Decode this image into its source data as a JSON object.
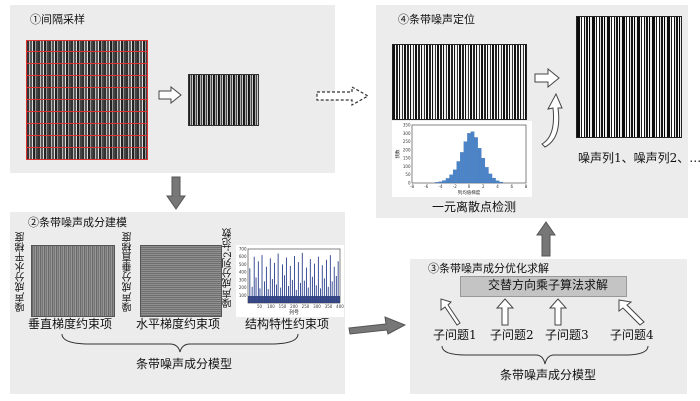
{
  "panel1": {
    "title": "①间隔采样"
  },
  "panel2": {
    "title": "②条带噪声成分建模",
    "ylabel_a": "噪声成分水平梯度",
    "ylabel_b": "噪声成分垂直梯度",
    "ylabel_c": "噪声成分列2-范数",
    "caption_a": "垂直梯度约束项",
    "caption_b": "水平梯度约束项",
    "caption_c": "结构特性约束项",
    "model_label": "条带噪声成分模型",
    "chart_xlabel": "列号"
  },
  "panel3": {
    "title": "③条带噪声成分优化求解",
    "algorithm": "交替方向乘子算法求解",
    "subproblems": [
      "子问题1",
      "子问题2",
      "子问题3",
      "子问题4"
    ],
    "model_label": "条带噪声成分模型"
  },
  "panel4": {
    "title": "④条带噪声定位",
    "noise_columns": "噪声列1、噪声列2、…",
    "detect_label": "一元离散点检测",
    "hist_ylabel": "频数",
    "hist_xlabel": "列均值梯度"
  },
  "chart_data": [
    {
      "type": "bar",
      "title": "",
      "xlabel": "列号",
      "ylabel": "",
      "xlim": [
        0,
        400
      ],
      "ylim": [
        0,
        700
      ],
      "xticks": [
        50,
        100,
        150,
        200,
        250,
        300,
        350,
        400
      ],
      "yticks": [
        100,
        200,
        300,
        400,
        500,
        600,
        700
      ],
      "x": [
        8,
        18,
        27,
        35,
        45,
        52,
        61,
        72,
        80,
        88,
        97,
        106,
        115,
        124,
        131,
        142,
        150,
        159,
        167,
        176,
        184,
        193,
        202,
        210,
        219,
        228,
        236,
        245,
        254,
        262,
        271,
        280,
        289,
        297,
        306,
        315,
        323,
        332,
        341,
        349,
        358,
        366,
        375,
        384,
        392
      ],
      "values": [
        450,
        210,
        600,
        330,
        540,
        190,
        620,
        280,
        470,
        180,
        580,
        310,
        520,
        240,
        640,
        200,
        500,
        360,
        590,
        220,
        480,
        300,
        610,
        170,
        530,
        260,
        650,
        290,
        460,
        200,
        570,
        340,
        510,
        230,
        600,
        190,
        490,
        320,
        560,
        210,
        620,
        280,
        470,
        350,
        540
      ]
    },
    {
      "type": "bar",
      "title": "",
      "xlabel": "列均值梯度",
      "ylabel": "频数",
      "xlim": [
        -8,
        8
      ],
      "ylim": [
        0,
        350
      ],
      "xticks": [
        -8,
        -6,
        -4,
        -2,
        0,
        2,
        4,
        6,
        8
      ],
      "yticks": [
        0,
        50,
        100,
        150,
        200,
        250,
        300,
        350
      ],
      "x": [
        -4.5,
        -4,
        -3.5,
        -3,
        -2.5,
        -2,
        -1.5,
        -1,
        -0.5,
        0,
        0.5,
        1,
        1.5,
        2,
        2.5,
        3,
        3.5,
        4,
        4.5
      ],
      "values": [
        4,
        8,
        15,
        28,
        50,
        80,
        130,
        185,
        250,
        300,
        310,
        275,
        210,
        150,
        95,
        55,
        30,
        14,
        6
      ]
    }
  ]
}
